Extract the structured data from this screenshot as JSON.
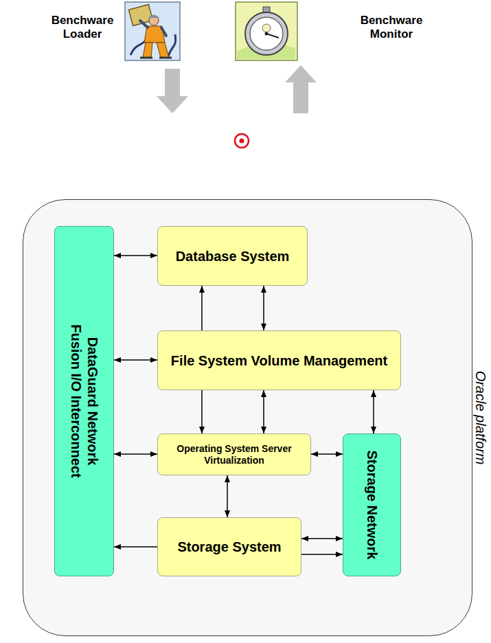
{
  "diagram": {
    "nodes": [
      {
        "text": [
          "Oracle platform"
        ]
      },
      {
        "text": [
          "DataGuard Network Fusion I/O Interconnect"
        ],
        "in": 0
      },
      {
        "text": [
          "Database System"
        ],
        "in": 0
      },
      {
        "text": [
          "File System Volume Management"
        ],
        "in": 0
      },
      {
        "text": [
          "Operating System Server Virtualization"
        ],
        "in": 0
      },
      {
        "text": [
          "Storage Network"
        ],
        "in": 0
      },
      {
        "text": [
          "Storage System"
        ],
        "in": 0
      }
    ],
    "edges": [
      {
        "from": 1,
        "to": 2,
        "arrow": "both"
      },
      {
        "from": 1,
        "to": 3,
        "arrow": "both"
      },
      {
        "from": 1,
        "to": 4,
        "arrow": "both"
      },
      {
        "from": 6,
        "to": 1,
        "arrow": "to"
      },
      {
        "from": 3,
        "to": 2,
        "arrow": "to"
      },
      {
        "from": 2,
        "to": 3,
        "arrow": "both"
      },
      {
        "from": 3,
        "to": 4,
        "arrow": "to"
      },
      {
        "from": 3,
        "to": 4,
        "arrow": "both"
      },
      {
        "from": 3,
        "to": 5,
        "arrow": "both"
      },
      {
        "from": 4,
        "to": 5,
        "arrow": "both"
      },
      {
        "from": 4,
        "to": 6,
        "arrow": "both"
      },
      {
        "from": 6,
        "to": 5,
        "arrow": "both"
      },
      {
        "from": 6,
        "to": 5,
        "arrow": "to"
      }
    ],
    "labels": [
      "Benchware Loader",
      "Benchware Monitor"
    ]
  }
}
